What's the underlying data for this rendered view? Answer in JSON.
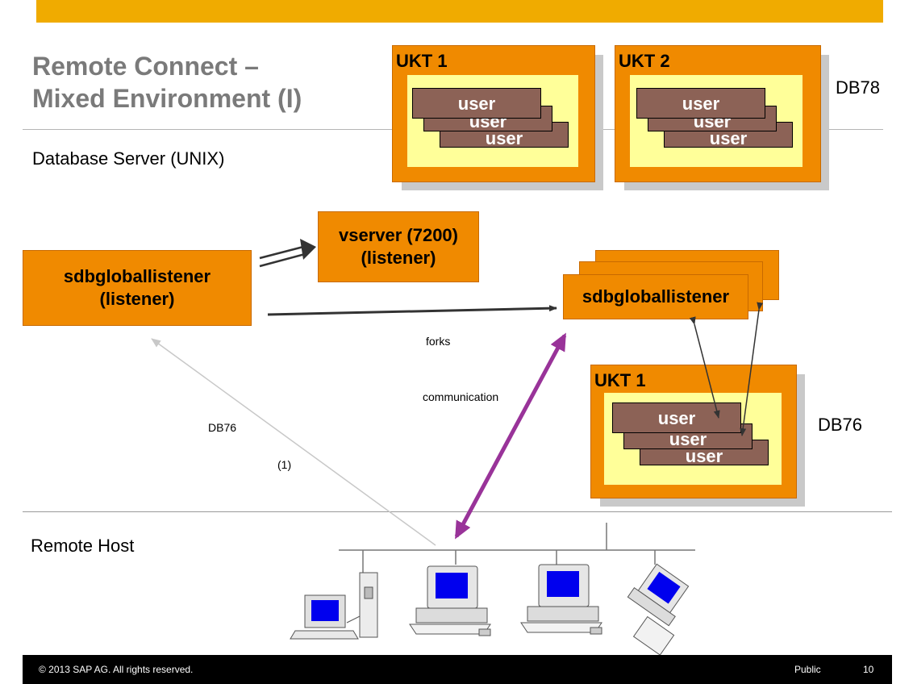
{
  "title": {
    "line1": "Remote Connect –",
    "line2": "Mixed Environment (I)"
  },
  "sections": {
    "server": "Database Server (UNIX)",
    "remote": "Remote Host"
  },
  "db78": {
    "label": "DB78",
    "kernels": [
      {
        "label": "UKT 1",
        "users": [
          "user",
          "user",
          "user"
        ]
      },
      {
        "label": "UKT 2",
        "users": [
          "user",
          "user",
          "user"
        ]
      }
    ]
  },
  "listener": {
    "line1": "sdbgloballistener",
    "line2": "(listener)"
  },
  "vserver": {
    "line1": "vserver (7200)",
    "line2": "(listener)"
  },
  "forked": {
    "label": "sdbgloballistener"
  },
  "db76": {
    "label": "DB76",
    "kernel": {
      "label": "UKT 1",
      "users": [
        "user",
        "user",
        "user"
      ]
    }
  },
  "annotations": {
    "forks": "forks",
    "communication": "communication",
    "db76_request": "DB76",
    "step": "(1)"
  },
  "colors": {
    "brand": "#f0ab00",
    "box": "#f08a00",
    "inner": "#ffff99",
    "user": "#8c6256",
    "comm_arrow": "#993399"
  },
  "footer": {
    "copyright": "© 2013 SAP AG. All rights reserved.",
    "classification": "Public",
    "page": "10"
  }
}
